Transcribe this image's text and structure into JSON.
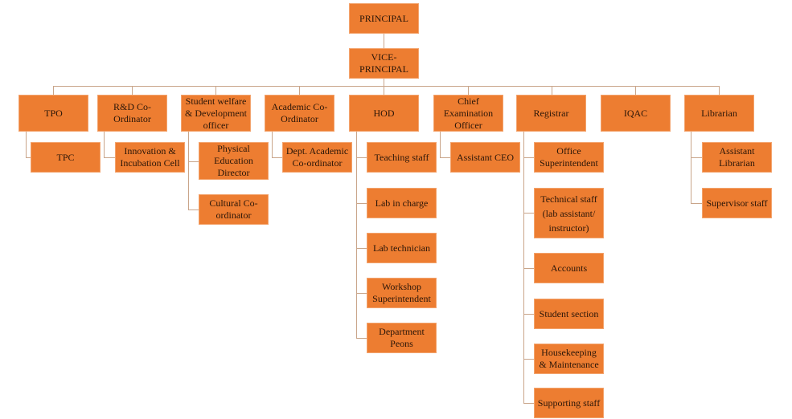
{
  "principal": "PRINCIPAL",
  "vice_principal": "VICE-PRINCIPAL",
  "departments": {
    "tpo": {
      "label": "TPO",
      "children": [
        "TPC"
      ]
    },
    "rnd": {
      "label": "R&D Co-Ordinator",
      "children": [
        "Innovation & Incubation Cell"
      ]
    },
    "student_welfare": {
      "label": "Student welfare & Development officer",
      "children": [
        "Physical Education Director",
        "Cultural Co-ordinator"
      ]
    },
    "academic": {
      "label": "Academic Co-Ordinator",
      "children": [
        "Dept. Academic Co-ordinator"
      ]
    },
    "hod": {
      "label": "HOD",
      "children": [
        "Teaching staff",
        "Lab in charge",
        "Lab technician",
        "Workshop Superintendent",
        "Department Peons"
      ]
    },
    "ceo": {
      "label": "Chief Examination Officer",
      "children": [
        "Assistant CEO"
      ]
    },
    "registrar": {
      "label": "Registrar",
      "children": [
        "Office Superintendent",
        "Technical staff (lab assistant/ instructor)",
        "Accounts",
        "Student section",
        "Housekeeping & Maintenance",
        "Supporting staff"
      ]
    },
    "iqac": {
      "label": "IQAC",
      "children": []
    },
    "librarian": {
      "label": "Librarian",
      "children": [
        "Assistant Librarian",
        "Supervisor staff"
      ]
    }
  },
  "colors": {
    "box": "#ED7D31",
    "connector": "#c9a58a",
    "text": "#2b1608"
  }
}
